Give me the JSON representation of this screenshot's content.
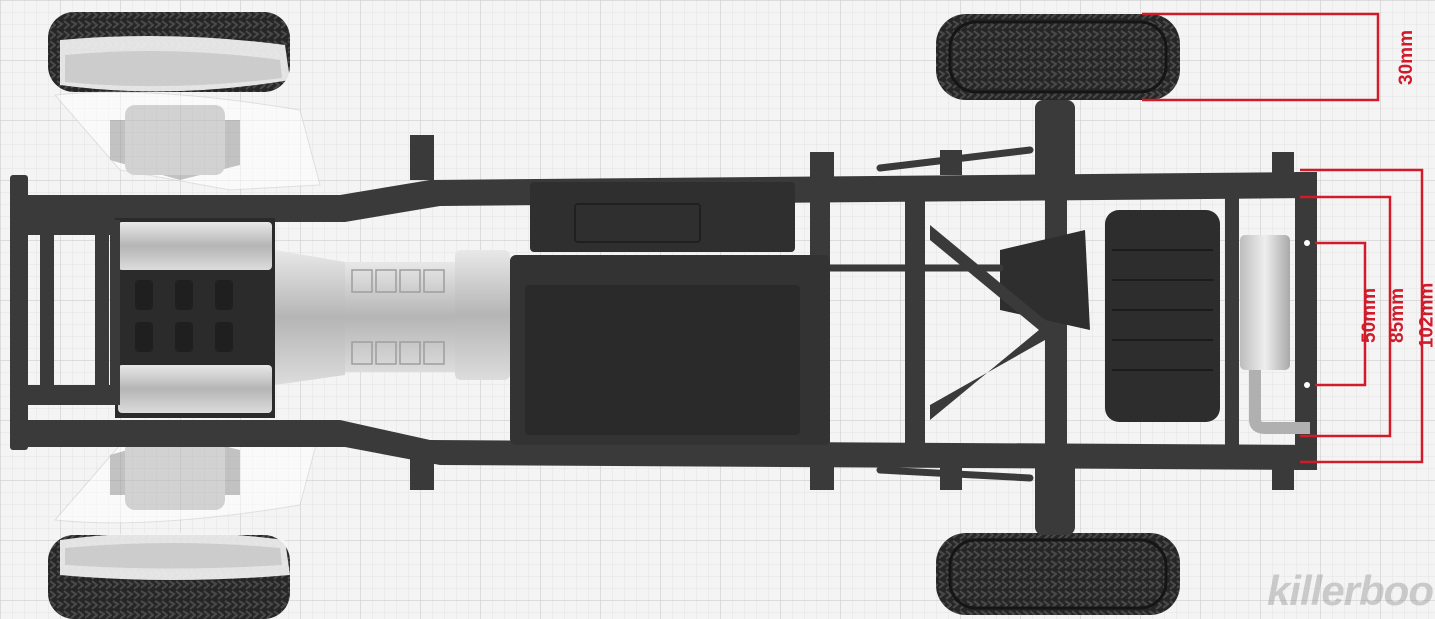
{
  "image": {
    "subject": "Top-down view of an RC truck chassis",
    "watermark": "killerboo"
  },
  "dimensions": {
    "tire_width": "30mm",
    "spacing_inner": "50mm",
    "spacing_middle": "85mm",
    "spacing_outer": "102mm"
  },
  "colors": {
    "grid_background": "#f4f4f4",
    "grid_major": "#cfcfcf",
    "grid_minor": "#e4e4e4",
    "frame": "#3a3a3b",
    "dimension_lines": "#d11a2a",
    "tire": "#2a2a2a",
    "engine": "#c8c8c8"
  }
}
